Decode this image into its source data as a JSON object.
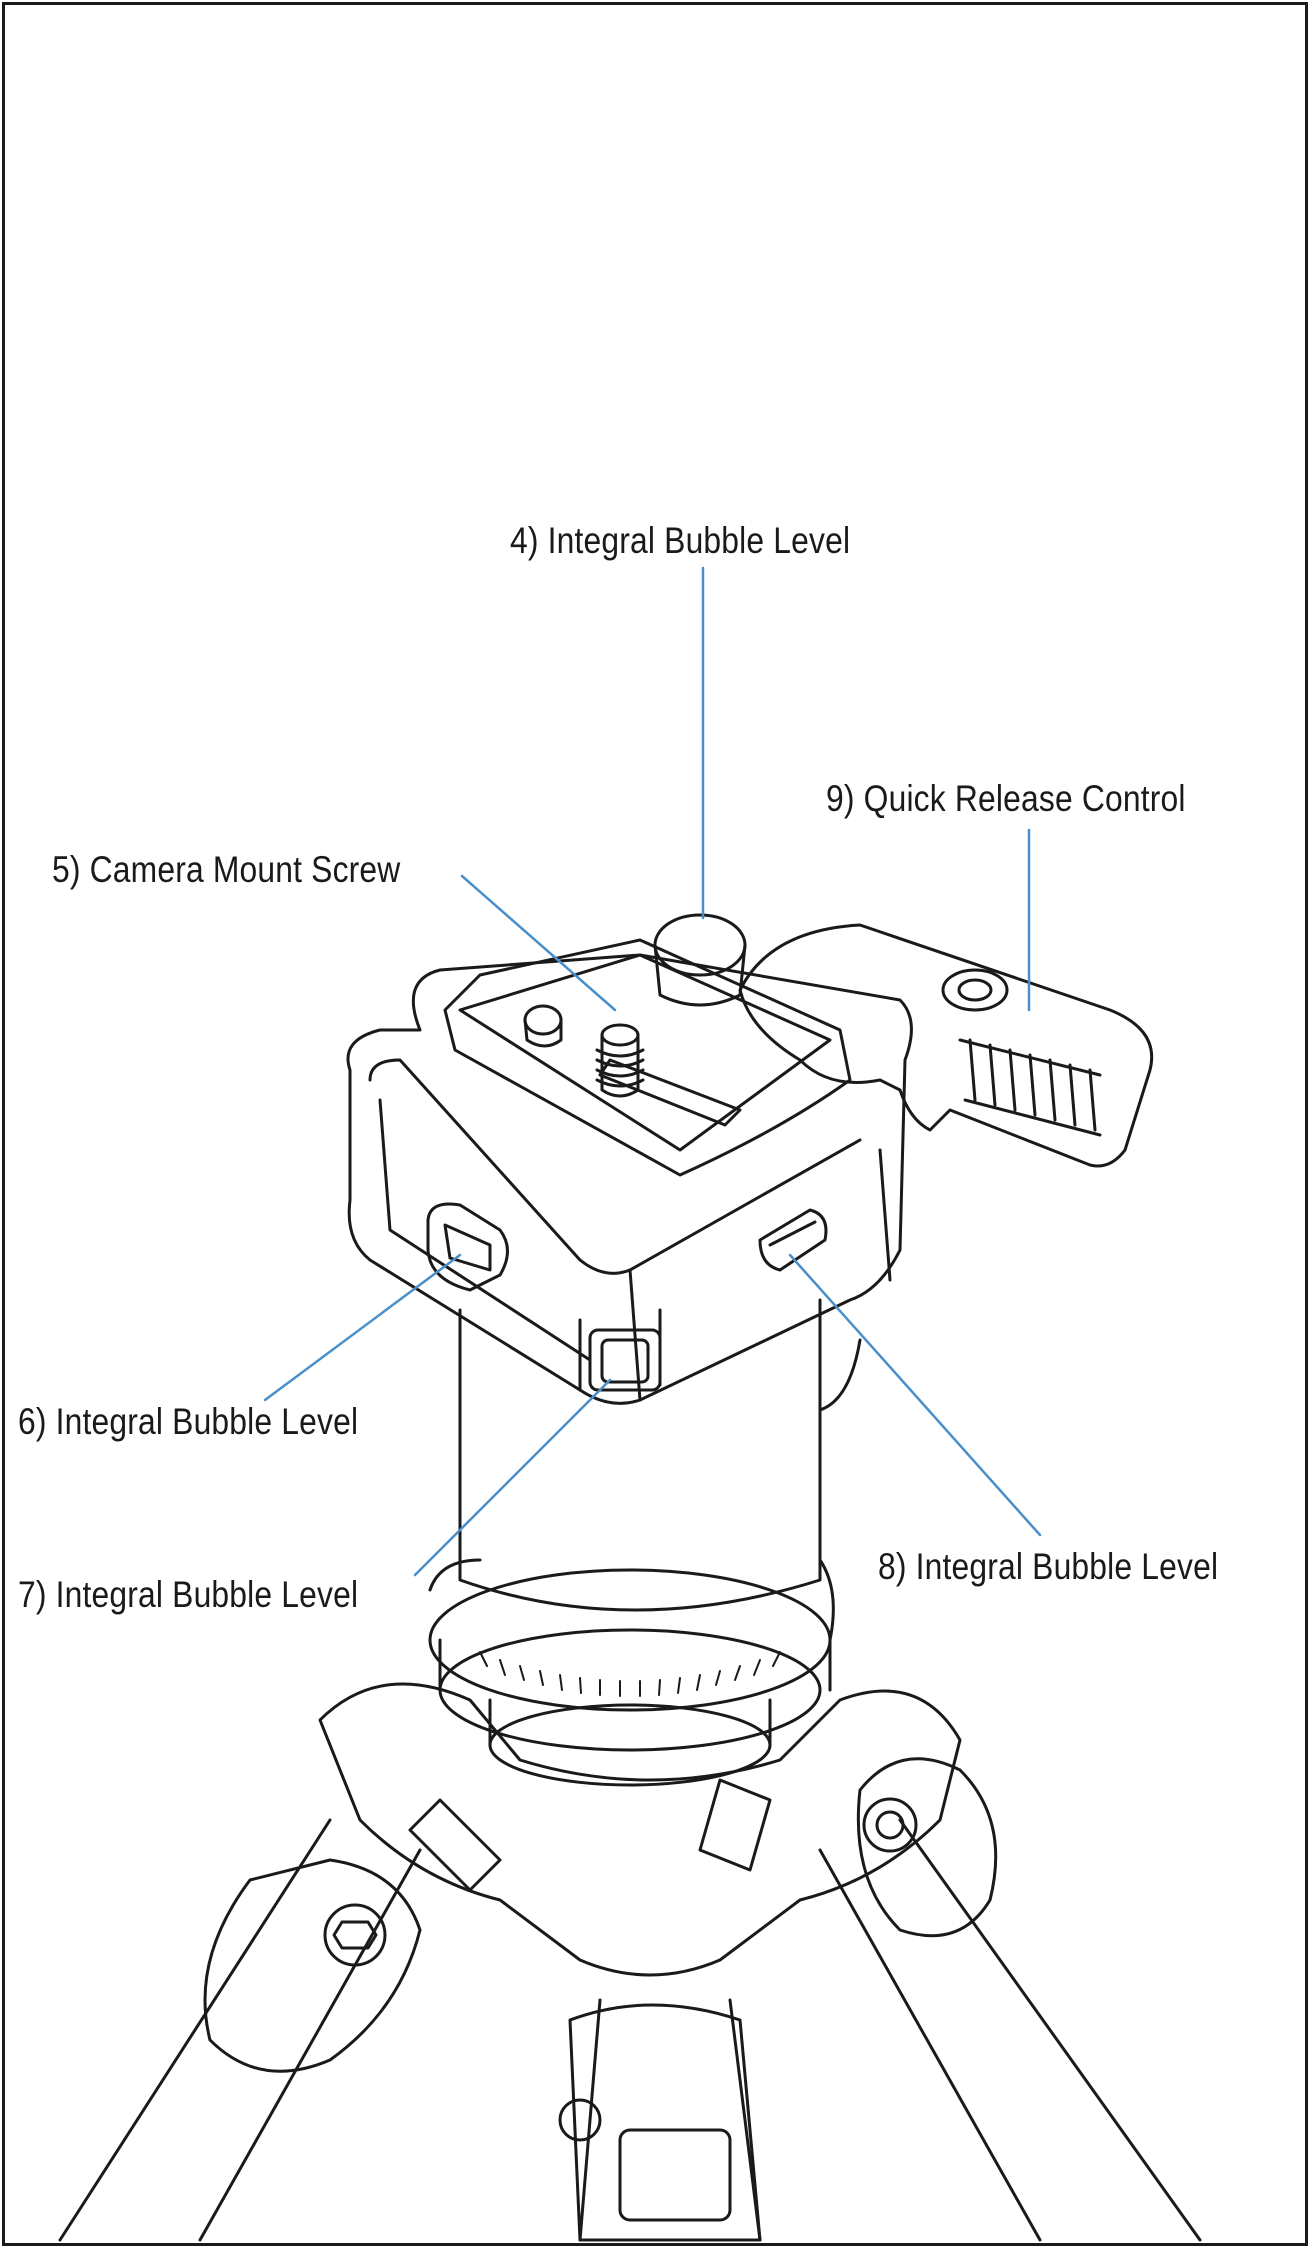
{
  "diagram": {
    "callouts": [
      {
        "id": "4",
        "text": "4) Integral Bubble Level"
      },
      {
        "id": "9",
        "text": "9) Quick Release Control"
      },
      {
        "id": "5",
        "text": "5) Camera Mount Screw"
      },
      {
        "id": "6",
        "text": "6) Integral Bubble Level"
      },
      {
        "id": "7",
        "text": "7) Integral Bubble Level"
      },
      {
        "id": "8",
        "text": "8) Integral Bubble Level"
      }
    ],
    "colors": {
      "leader_line": "#4a8fc9",
      "outline": "#1a1a1a",
      "background": "#ffffff"
    }
  }
}
